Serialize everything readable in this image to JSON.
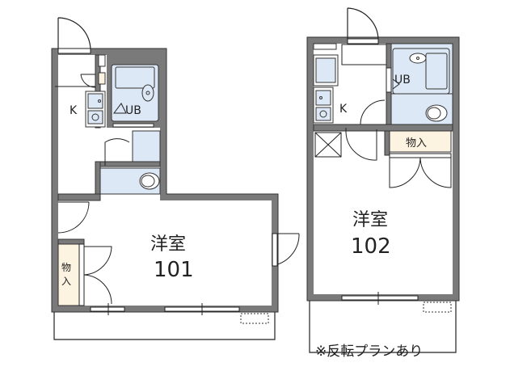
{
  "floorplan": {
    "units": [
      {
        "id": "101",
        "room_type": "洋室",
        "room_number": "101",
        "kitchen_label": "K",
        "bath_label": "UB",
        "storage_label": "物入"
      },
      {
        "id": "102",
        "room_type": "洋室",
        "room_number": "102",
        "kitchen_label": "K",
        "bath_label": "UB",
        "storage_label": "物入"
      }
    ],
    "note": "※反転プランあり"
  },
  "colors": {
    "wall": "#7a7a7a",
    "wet_area": "#dde8f6",
    "storage": "#fdf3e1",
    "line": "#222222"
  }
}
